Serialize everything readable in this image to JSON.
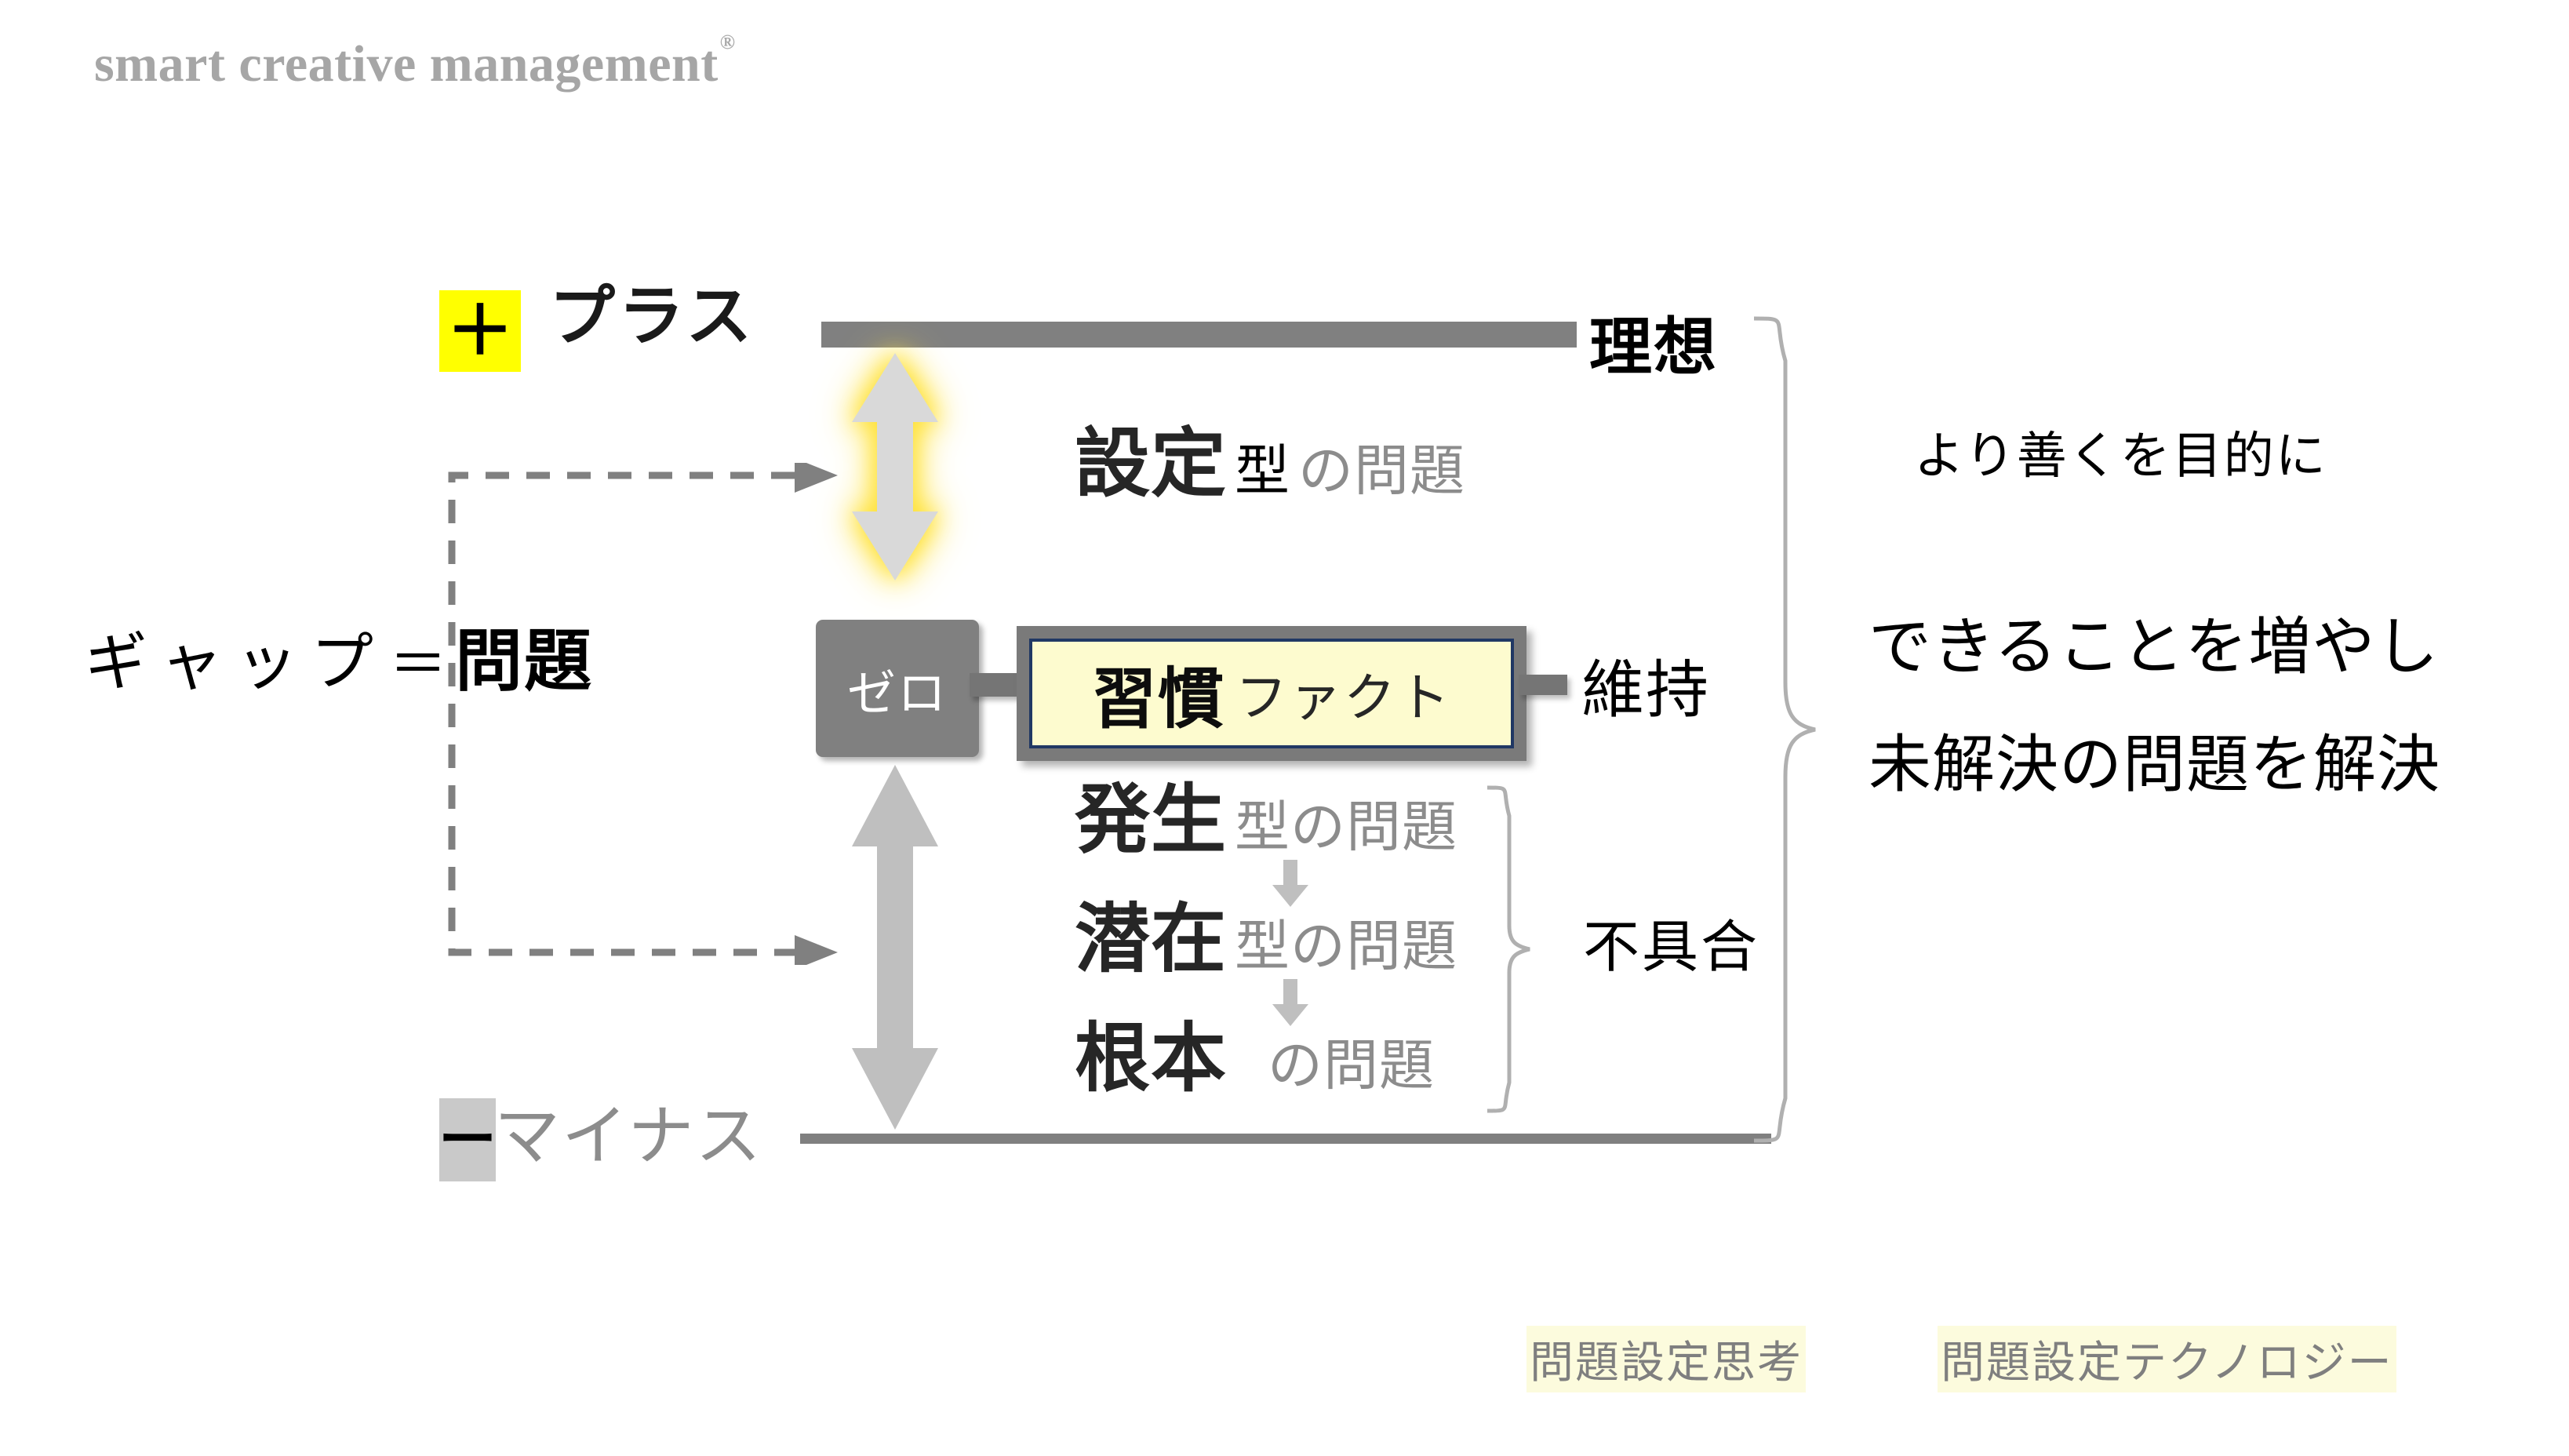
{
  "brand": {
    "name": "smart creative management",
    "registered_mark": "®"
  },
  "axis": {
    "plus_symbol": "＋",
    "plus_label": "プラス",
    "minus_symbol": "ー",
    "minus_label": "マイナス",
    "zero_label": "ゼロ",
    "ideal_label": "理想",
    "keep_label": "維持",
    "defect_label": "不具合"
  },
  "fact_box": {
    "main": "習慣",
    "sub": "ファクト"
  },
  "gap": {
    "word": "ギャップ",
    "equals": "＝",
    "problem": "問題"
  },
  "problem_types": [
    {
      "id": "setting",
      "big": "設定",
      "small_dark": "型",
      "small_gray": "の問題"
    },
    {
      "id": "occurrence",
      "big": "発生",
      "small_dark": "",
      "small_gray": "型の問題"
    },
    {
      "id": "latent",
      "big": "潜在",
      "small_dark": "",
      "small_gray": "型の問題"
    },
    {
      "id": "root",
      "big": "根本",
      "small_dark": "",
      "small_gray": "の問題"
    }
  ],
  "statements": {
    "line1": "より善くを目的に",
    "line2": "できることを増やし",
    "line3": "未解決の問題を解決"
  },
  "footer": {
    "tag1": "問題設定思考",
    "tag2": "問題設定テクノロジー"
  },
  "colors": {
    "brand_gray": "#a6a6a6",
    "bar_gray": "#808080",
    "highlight_yellow": "#ffff00",
    "glow_yellow": "#ffe23a",
    "fact_bg": "#fdfbcf",
    "fact_border": "#203864",
    "box_gray": "#808080",
    "arrow_gray": "#d9d9d9",
    "arrow_gray_plain": "#bfbfbf",
    "tag_bg": "#fcfbdd",
    "tag_text": "#7f7f7f",
    "muted_text": "#8c8c8c"
  }
}
